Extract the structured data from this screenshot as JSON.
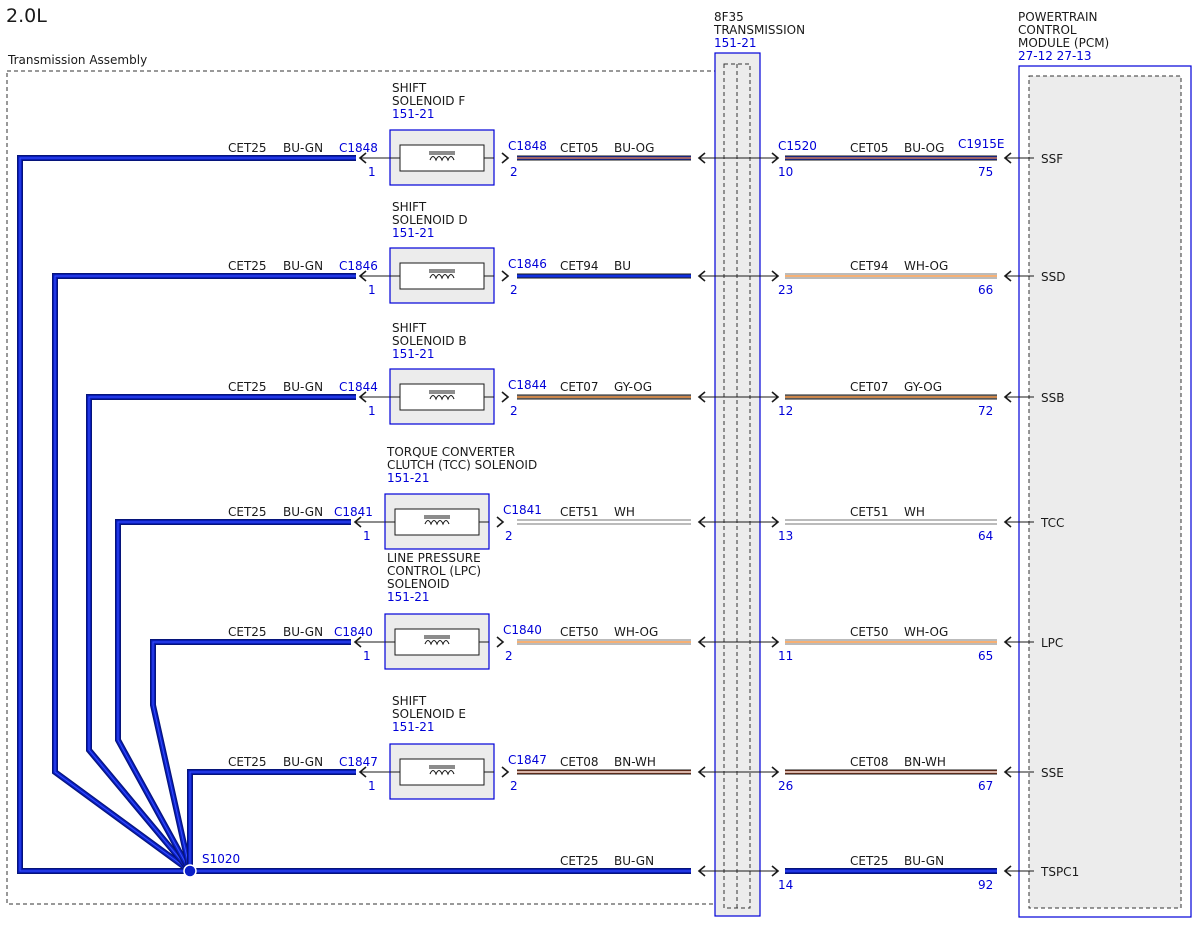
{
  "engine_label": "2.0L",
  "assembly_label": "Transmission Assembly",
  "transmission": {
    "line1": "8F35",
    "line2": "TRANSMISSION",
    "ref": "151-21",
    "connector": "C1520"
  },
  "pcm": {
    "line1": "POWERTRAIN",
    "line2": "CONTROL",
    "line3": "MODULE (PCM)",
    "refs": "27-12  27-13",
    "connector": "C1915E"
  },
  "splice": "S1020",
  "colors": {
    "harness_blue": "#0a1fc8",
    "diagram_blue": "#0000d8",
    "box_fill": "#ececec",
    "BU": "#1030e0",
    "OG": "#f08020",
    "GY": "#909090",
    "WH": "#ffffff",
    "BN": "#9a3a1a",
    "GN": "#2a9a2a"
  },
  "solenoids": [
    {
      "title": [
        "SHIFT",
        "SOLENOID F"
      ],
      "ref": "151-21",
      "connector": "C1848",
      "pin_in": "1",
      "pin_out": "2",
      "feed_circuit": "CET25",
      "feed_color": "BU-GN",
      "circuit": "CET05",
      "wire_color": "BU-OG",
      "trans_pin": "10",
      "pcm_pin": "75",
      "signal": "SSF"
    },
    {
      "title": [
        "SHIFT",
        "SOLENOID D"
      ],
      "ref": "151-21",
      "connector": "C1846",
      "pin_in": "1",
      "pin_out": "2",
      "feed_circuit": "CET25",
      "feed_color": "BU-GN",
      "circuit": "CET94",
      "wire_color": "BU",
      "pcm_circuit": "CET94",
      "pcm_wire_color": "WH-OG",
      "trans_pin": "23",
      "pcm_pin": "66",
      "signal": "SSD"
    },
    {
      "title": [
        "SHIFT",
        "SOLENOID B"
      ],
      "ref": "151-21",
      "connector": "C1844",
      "pin_in": "1",
      "pin_out": "2",
      "feed_circuit": "CET25",
      "feed_color": "BU-GN",
      "circuit": "CET07",
      "wire_color": "GY-OG",
      "trans_pin": "12",
      "pcm_pin": "72",
      "signal": "SSB"
    },
    {
      "title": [
        "TORQUE CONVERTER",
        "CLUTCH (TCC) SOLENOID"
      ],
      "ref": "151-21",
      "connector": "C1841",
      "pin_in": "1",
      "pin_out": "2",
      "feed_circuit": "CET25",
      "feed_color": "BU-GN",
      "circuit": "CET51",
      "wire_color": "WH",
      "trans_pin": "13",
      "pcm_pin": "64",
      "signal": "TCC"
    },
    {
      "title": [
        "LINE PRESSURE",
        "CONTROL (LPC)",
        "SOLENOID"
      ],
      "ref": "151-21",
      "connector": "C1840",
      "pin_in": "1",
      "pin_out": "2",
      "feed_circuit": "CET25",
      "feed_color": "BU-GN",
      "circuit": "CET50",
      "wire_color": "WH-OG",
      "trans_pin": "11",
      "pcm_pin": "65",
      "signal": "LPC"
    },
    {
      "title": [
        "SHIFT",
        "SOLENOID E"
      ],
      "ref": "151-21",
      "connector": "C1847",
      "pin_in": "1",
      "pin_out": "2",
      "feed_circuit": "CET25",
      "feed_color": "BU-GN",
      "circuit": "CET08",
      "wire_color": "BN-WH",
      "trans_pin": "26",
      "pcm_pin": "67",
      "signal": "SSE"
    }
  ],
  "ground_return": {
    "circuit": "CET25",
    "wire_color": "BU-GN",
    "trans_pin": "14",
    "pcm_pin": "92",
    "signal": "TSPC1"
  }
}
